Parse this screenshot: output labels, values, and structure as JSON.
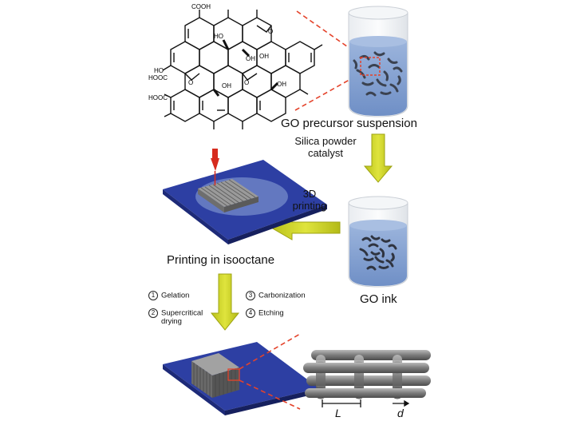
{
  "chemistry": {
    "labels": [
      "COOH",
      "HO",
      "HO",
      "OH",
      "O",
      "O",
      "OH",
      "O",
      "HOOC",
      "HOOC",
      "OH",
      "OH"
    ]
  },
  "labels": {
    "precursor": "GO precursor suspension",
    "silica_line1": "Silica powder",
    "silica_line2": "catalyst",
    "printing_line1": "3D",
    "printing_line2": "printing",
    "isooctane": "Printing in isooctane",
    "go_ink": "GO ink",
    "steps": {
      "s1_num": "1",
      "s1": "Gelation",
      "s2_num": "2",
      "s2_line1": "Supercritical",
      "s2_line2": "drying",
      "s3_num": "3",
      "s3": "Carbonization",
      "s4_num": "4",
      "s4": "Etching"
    },
    "dim_L": "L",
    "dim_d": "d"
  },
  "colors": {
    "arrow": "#c8cf1f",
    "substrate": "#2d3fa3",
    "liquid": "#7c9bcf",
    "dashed": "#e4432b",
    "nozzle": "#d62b1e",
    "lattice": "#8a8a8a"
  }
}
